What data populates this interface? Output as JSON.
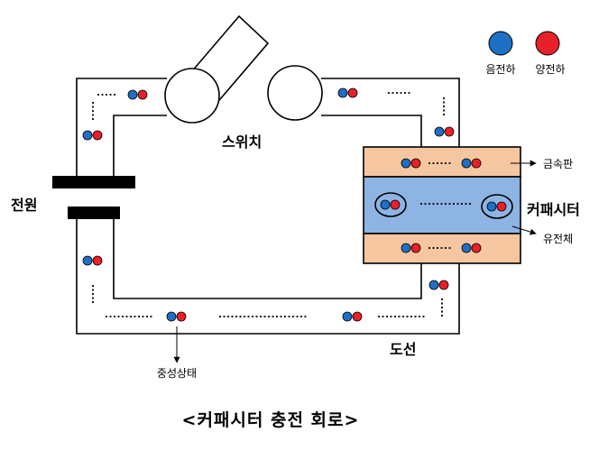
{
  "title": "<커패시터 충전 회로>",
  "labels": {
    "power": "전원",
    "switch": "스위치",
    "capacitor": "커패시터",
    "metal_plate": "금속판",
    "dielectric": "유전체",
    "wire": "도선",
    "neutral_state": "중성상태"
  },
  "legend": {
    "negative": "음전하",
    "positive": "양전하"
  },
  "colors": {
    "negative": "#1f6fc4",
    "positive": "#e8202a",
    "metal_plate": "#f6c6a0",
    "dielectric": "#8eb4e3"
  }
}
